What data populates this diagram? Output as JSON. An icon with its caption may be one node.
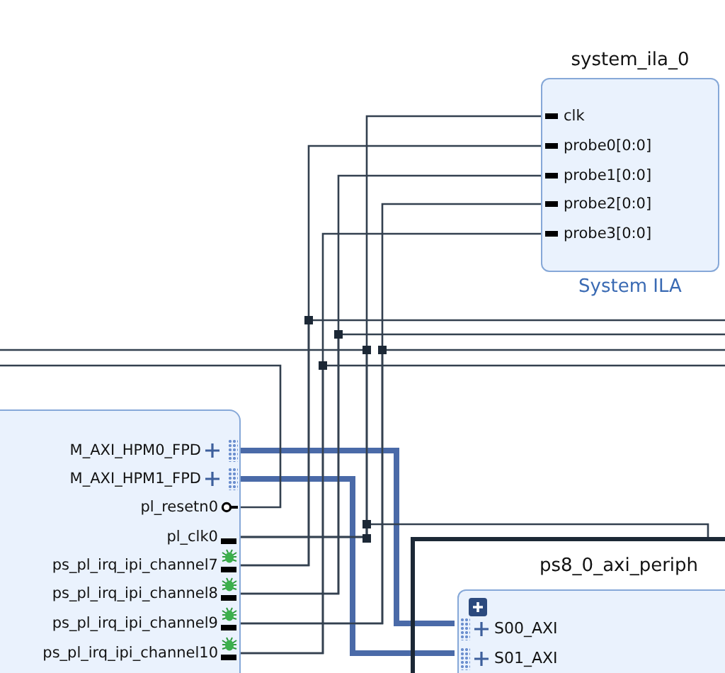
{
  "diagram": {
    "nodes": [
      {
        "text": [
          "system_ila_0",
          "System ILA"
        ]
      },
      {
        "text": [
          "clk"
        ],
        "in": 0
      },
      {
        "text": [
          "probe0[0:0]"
        ],
        "in": 0
      },
      {
        "text": [
          "probe1[0:0]"
        ],
        "in": 0
      },
      {
        "text": [
          "probe2[0:0]"
        ],
        "in": 0
      },
      {
        "text": [
          "probe3[0:0]"
        ],
        "in": 0
      },
      {
        "text": [],
        "shape": "box"
      },
      {
        "text": [
          "M_AXI_HPM0_FPD"
        ],
        "in": 6
      },
      {
        "text": [
          "M_AXI_HPM1_FPD"
        ],
        "in": 6
      },
      {
        "text": [
          "pl_resetn0"
        ],
        "in": 6
      },
      {
        "text": [
          "pl_clk0"
        ],
        "in": 6
      },
      {
        "text": [
          "ps_pl_irq_ipi_channel7"
        ],
        "in": 6
      },
      {
        "text": [
          "ps_pl_irq_ipi_channel8"
        ],
        "in": 6
      },
      {
        "text": [
          "ps_pl_irq_ipi_channel9"
        ],
        "in": 6
      },
      {
        "text": [
          "ps_pl_irq_ipi_channel10"
        ],
        "in": 6
      },
      {
        "text": [
          "ps8_0_axi_periph"
        ]
      },
      {
        "text": [],
        "shape": "box",
        "in": 15
      },
      {
        "text": [
          "S00_AXI"
        ],
        "in": 16
      },
      {
        "text": [
          "S01_AXI"
        ],
        "in": 16
      }
    ],
    "edges": [
      {
        "from": 11,
        "to": 2,
        "arrow": "none"
      },
      {
        "from": 12,
        "to": 3,
        "arrow": "none"
      },
      {
        "from": 13,
        "to": 4,
        "arrow": "none"
      },
      {
        "from": 14,
        "to": 5,
        "arrow": "none"
      },
      {
        "from": 10,
        "to": 1,
        "arrow": "none"
      },
      {
        "from": 7,
        "to": 17,
        "arrow": "none",
        "style": "thick",
        "color": "#4a6aa8"
      },
      {
        "from": 8,
        "to": 18,
        "arrow": "none",
        "style": "thick",
        "color": "#4a6aa8"
      },
      {
        "from": 11,
        "to": null,
        "arrow": "none"
      },
      {
        "from": 12,
        "to": null,
        "arrow": "none"
      },
      {
        "from": 13,
        "to": null,
        "arrow": "none"
      },
      {
        "from": 14,
        "to": null,
        "arrow": "none"
      },
      {
        "from": 10,
        "to": null,
        "arrow": "none"
      },
      {
        "from": 10,
        "to": 15,
        "arrow": "none"
      },
      {
        "from": 9,
        "to": null,
        "arrow": "none"
      }
    ]
  }
}
